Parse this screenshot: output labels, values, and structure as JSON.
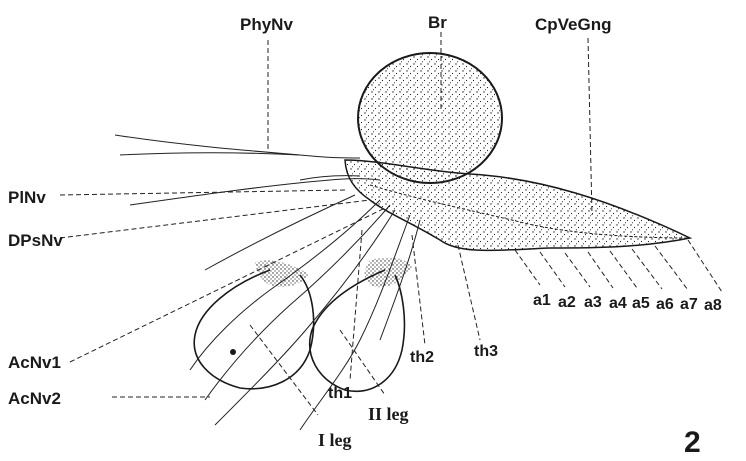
{
  "figure": {
    "number": "2",
    "labels": {
      "phynv": "PhyNv",
      "br": "Br",
      "cpvegng": "CpVeGng",
      "plnv": "PlNv",
      "dpsnv": "DPsNv",
      "acnv1": "AcNv1",
      "acnv2": "AcNv2",
      "th1": "th1",
      "th2": "th2",
      "th3": "th3",
      "leg1": "I leg",
      "leg2": "II leg",
      "a1": "a1",
      "a2": "a2",
      "a3": "a3",
      "a4": "a4",
      "a5": "a5",
      "a6": "a6",
      "a7": "a7",
      "a8": "a8"
    },
    "style": {
      "ink": "#1a1a1a",
      "background": "#ffffff"
    }
  }
}
